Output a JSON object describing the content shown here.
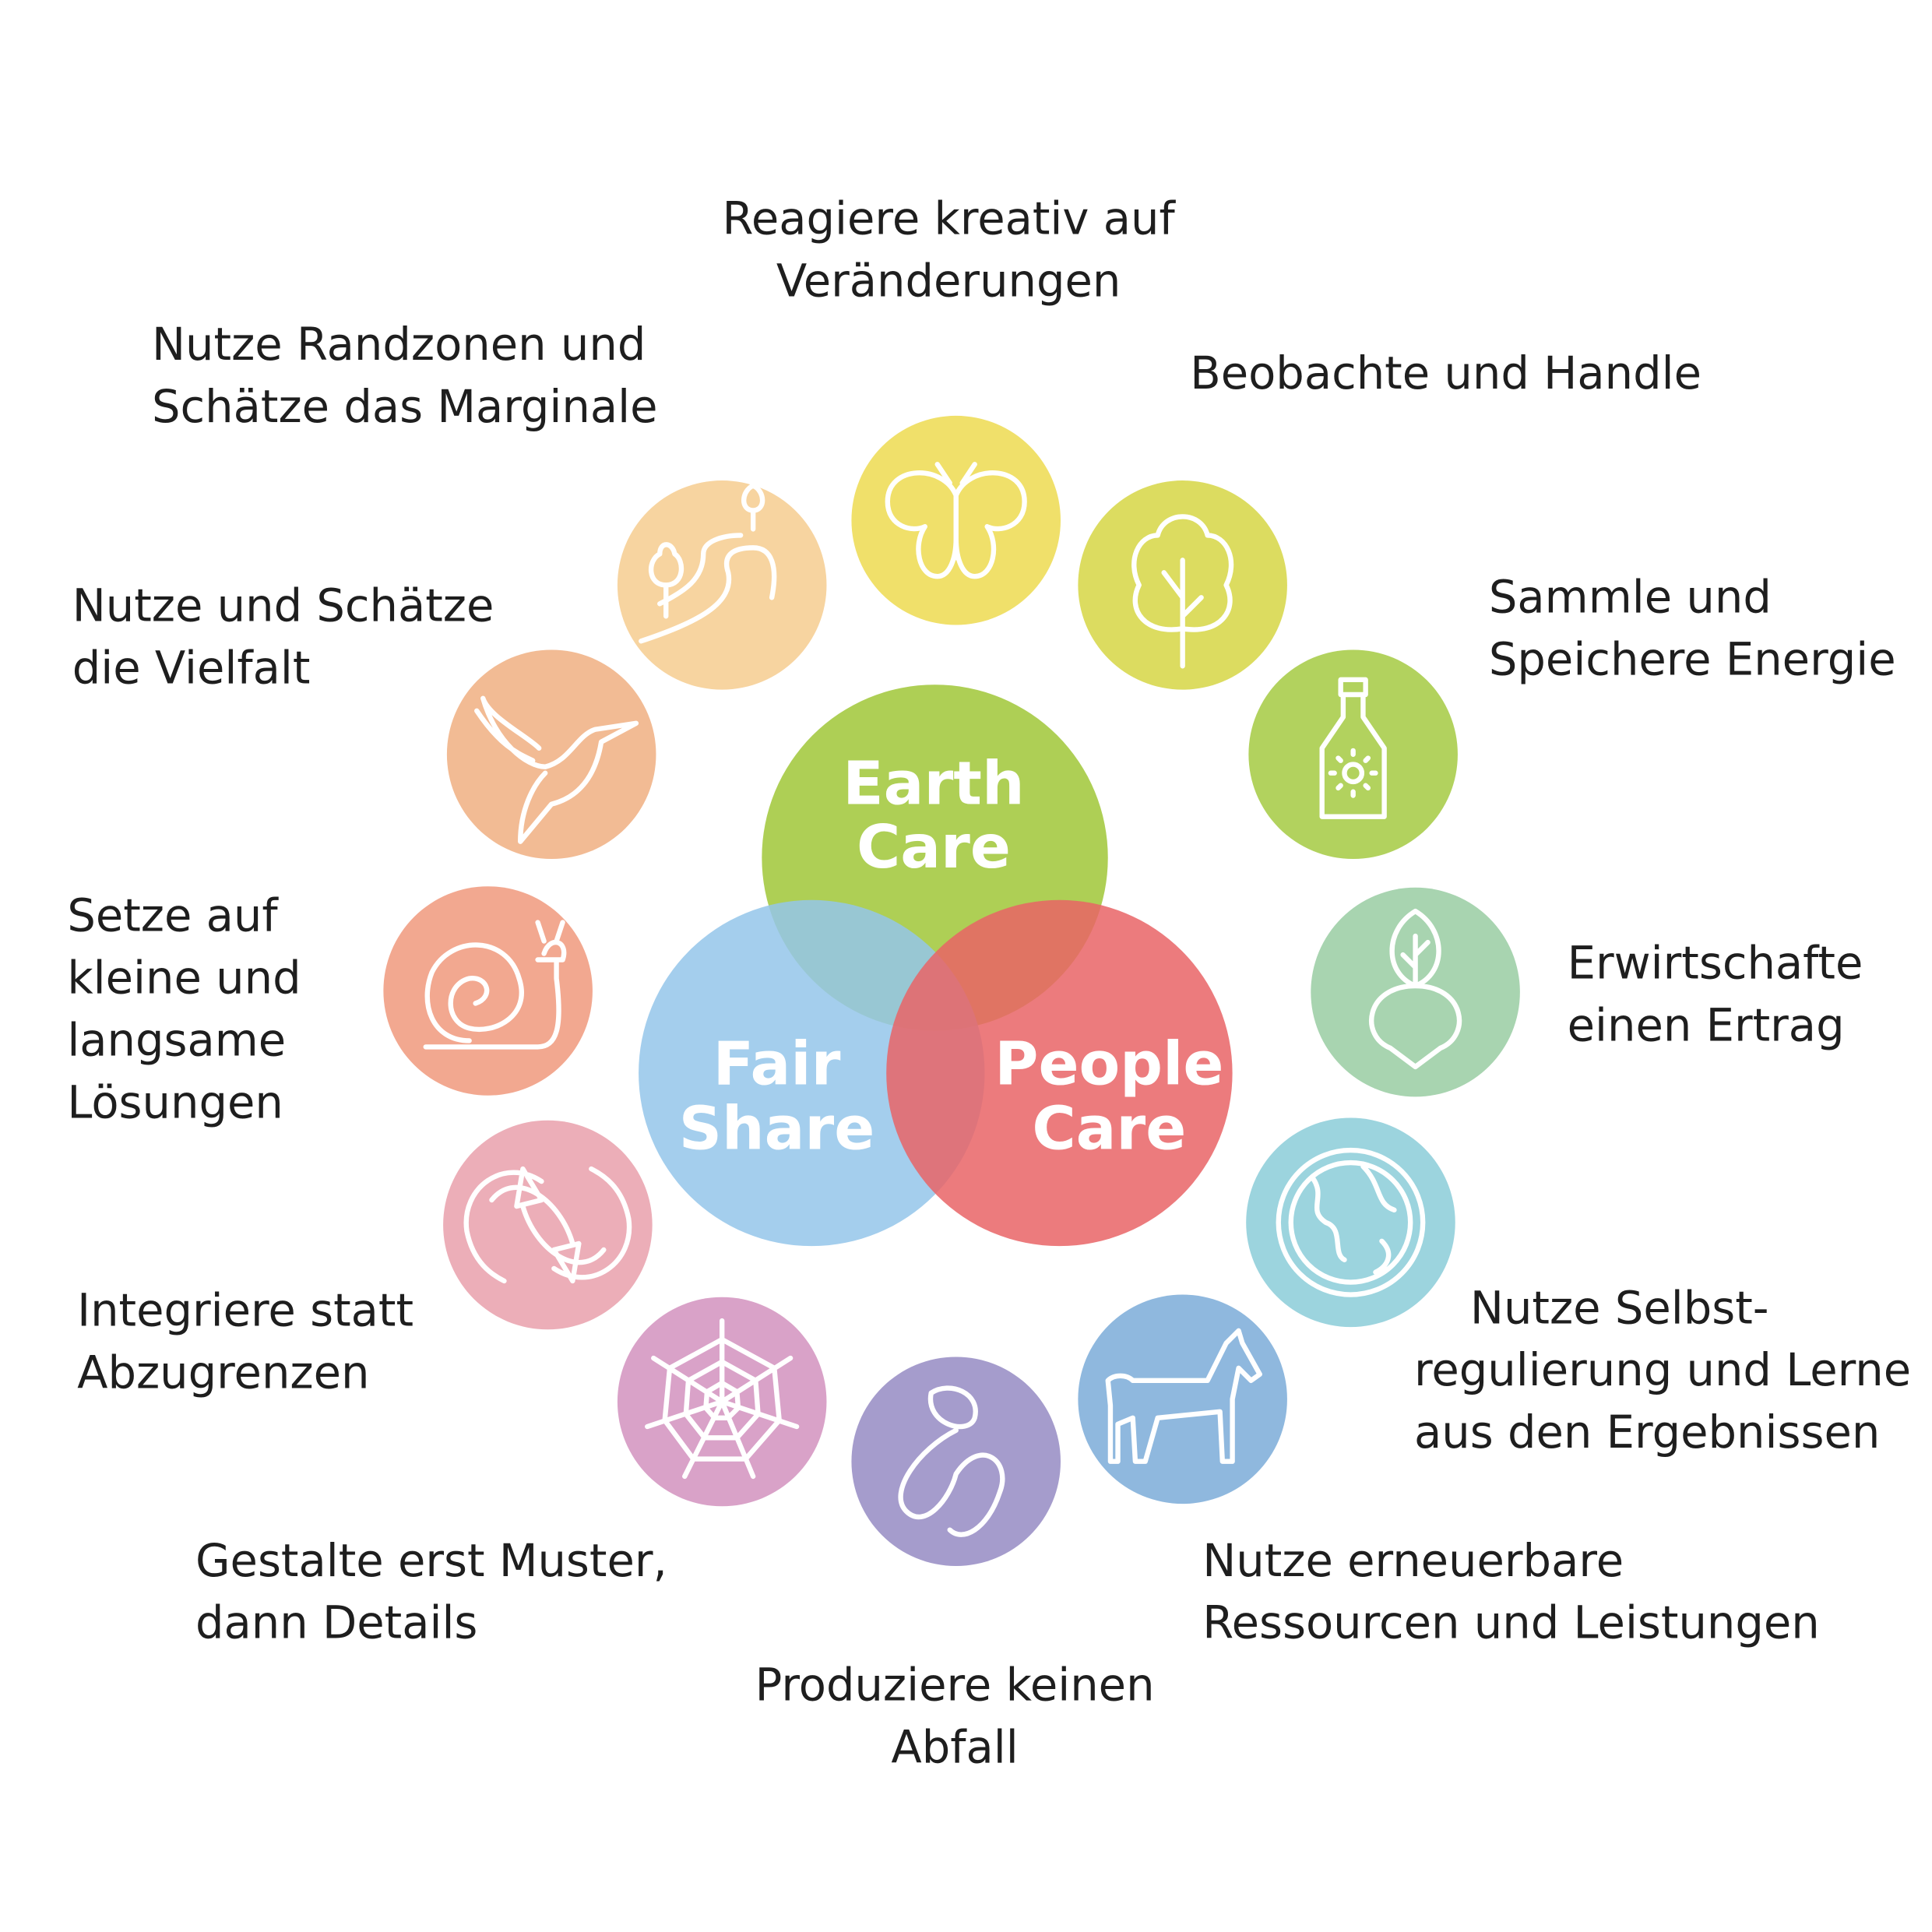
{
  "center": {
    "earth_care": [
      "Earth",
      "Care"
    ],
    "fair_share": [
      "Fair",
      "Share"
    ],
    "people_care": [
      "People",
      "Care"
    ]
  },
  "colors": {
    "earth_care": "#aecf55",
    "fair_share": "#94c6ea",
    "people_care": "#e96466"
  },
  "principles": [
    {
      "icon": "butterfly-icon",
      "color": "#f0e06a",
      "lines": [
        "Reagiere kreativ auf",
        "Veränderungen"
      ]
    },
    {
      "icon": "tree-icon",
      "color": "#dcdc60",
      "lines": [
        "Beobachte und Handle"
      ]
    },
    {
      "icon": "bottle-sun-icon",
      "color": "#b2d25e",
      "lines": [
        "Sammle und",
        "Speichere Energie"
      ]
    },
    {
      "icon": "radish-icon",
      "color": "#a8d4b0",
      "lines": [
        "Erwirtschafte",
        "einen Ertrag"
      ]
    },
    {
      "icon": "globe-icon",
      "color": "#9cd4de",
      "lines": [
        "Nutze Selbst-",
        "regulierung und Lerne",
        "aus den Ergebnissen"
      ]
    },
    {
      "icon": "horse-icon",
      "color": "#8fb8de",
      "lines": [
        "Nutze erneuerbare",
        "Ressourcen und Leistungen"
      ]
    },
    {
      "icon": "worm-icon",
      "color": "#a59ccc",
      "lines": [
        "Produziere keinen",
        "Abfall"
      ]
    },
    {
      "icon": "spiderweb-icon",
      "color": "#d9a2c8",
      "lines": [
        "Gestalte erst Muster,",
        "dann Details"
      ]
    },
    {
      "icon": "cycle-arrows-icon",
      "color": "#ecaeb8",
      "lines": [
        "Integriere statt",
        "Abzugrenzen"
      ]
    },
    {
      "icon": "snail-icon",
      "color": "#f2a890",
      "lines": [
        "Setze auf",
        "kleine und",
        "langsame",
        "Lösungen"
      ]
    },
    {
      "icon": "hummingbird-icon",
      "color": "#f2bb94",
      "lines": [
        "Nutze und Schätze",
        "die Vielfalt"
      ]
    },
    {
      "icon": "path-trees-icon",
      "color": "#f7d4a0",
      "lines": [
        "Nutze Randzonen und",
        "Schätze das Marginale"
      ]
    }
  ]
}
